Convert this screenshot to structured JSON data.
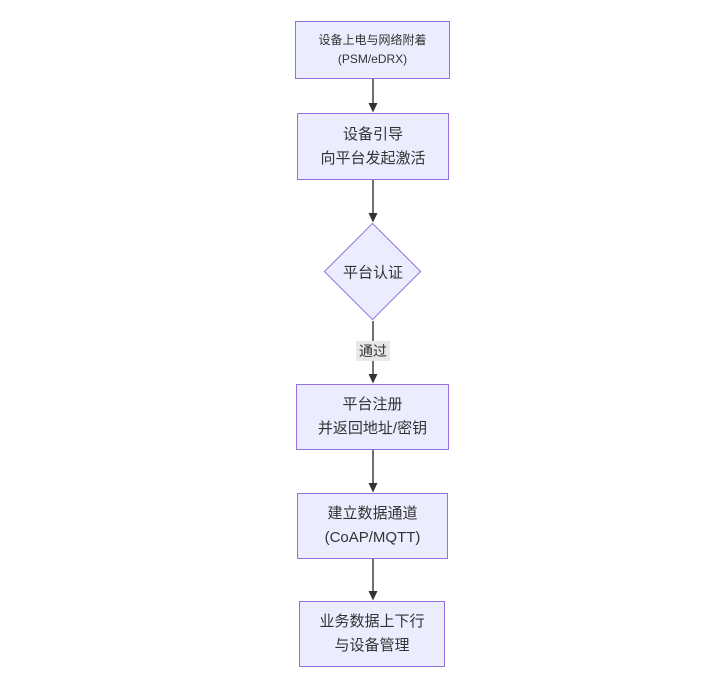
{
  "diagram": {
    "type": "flowchart",
    "direction": "top-down",
    "nodes": [
      {
        "id": "power-attach",
        "shape": "rect",
        "lines": [
          "设备上电与网络附着",
          "(PSM/eDRX)"
        ]
      },
      {
        "id": "bootstrap",
        "shape": "rect",
        "lines": [
          "设备引导",
          "向平台发起激活"
        ]
      },
      {
        "id": "platform-auth",
        "shape": "diamond",
        "lines": [
          "平台认证"
        ]
      },
      {
        "id": "platform-register",
        "shape": "rect",
        "lines": [
          "平台注册",
          "并返回地址/密钥"
        ]
      },
      {
        "id": "data-channel",
        "shape": "rect",
        "lines": [
          "建立数据通道",
          "(CoAP/MQTT)"
        ]
      },
      {
        "id": "business-data",
        "shape": "rect",
        "lines": [
          "业务数据上下行",
          "与设备管理"
        ]
      }
    ],
    "edges": [
      {
        "from": "power-attach",
        "to": "bootstrap",
        "label": ""
      },
      {
        "from": "bootstrap",
        "to": "platform-auth",
        "label": ""
      },
      {
        "from": "platform-auth",
        "to": "platform-register",
        "label": "通过"
      },
      {
        "from": "platform-register",
        "to": "data-channel",
        "label": ""
      },
      {
        "from": "data-channel",
        "to": "business-data",
        "label": ""
      }
    ],
    "colors": {
      "node_fill": "#ECECFF",
      "node_border": "#9370DB",
      "text": "#333333",
      "arrow": "#333333",
      "edge_label_bg": "#e8e8e8",
      "background": "#ffffff"
    }
  }
}
